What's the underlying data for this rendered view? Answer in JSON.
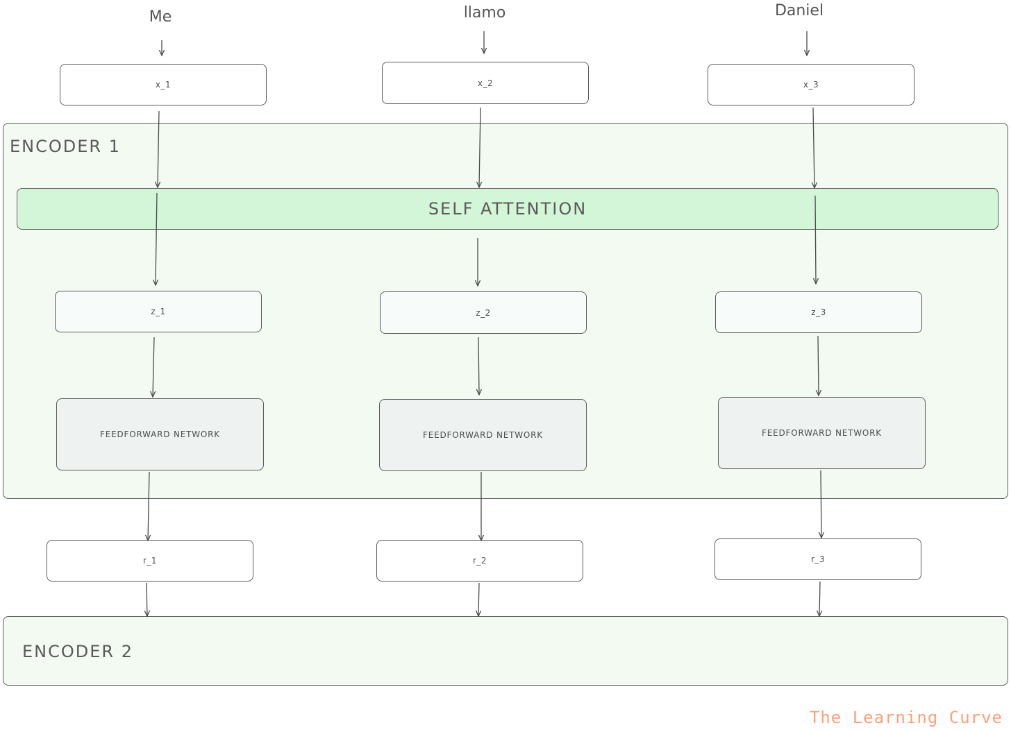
{
  "inputs": {
    "words": [
      "Me",
      "llamo",
      "Daniel"
    ]
  },
  "embeddings": [
    "x_1",
    "x_2",
    "x_3"
  ],
  "encoder1": {
    "title": "ENCODER 1",
    "attention": "SELF ATTENTION"
  },
  "z": [
    "z_1",
    "z_2",
    "z_3"
  ],
  "ffn": [
    "FEEDFORWARD NETWORK",
    "FEEDFORWARD NETWORK",
    "FEEDFORWARD NETWORK"
  ],
  "r": [
    "r_1",
    "r_2",
    "r_3"
  ],
  "encoder2": {
    "title": "ENCODER 2"
  },
  "brand": "The Learning Curve",
  "colors": {
    "encoder_fill": "#f3faf2",
    "attention_fill": "#d3f5d8",
    "ffn_fill": "#eef2f1",
    "brand": "#ffa07a"
  }
}
